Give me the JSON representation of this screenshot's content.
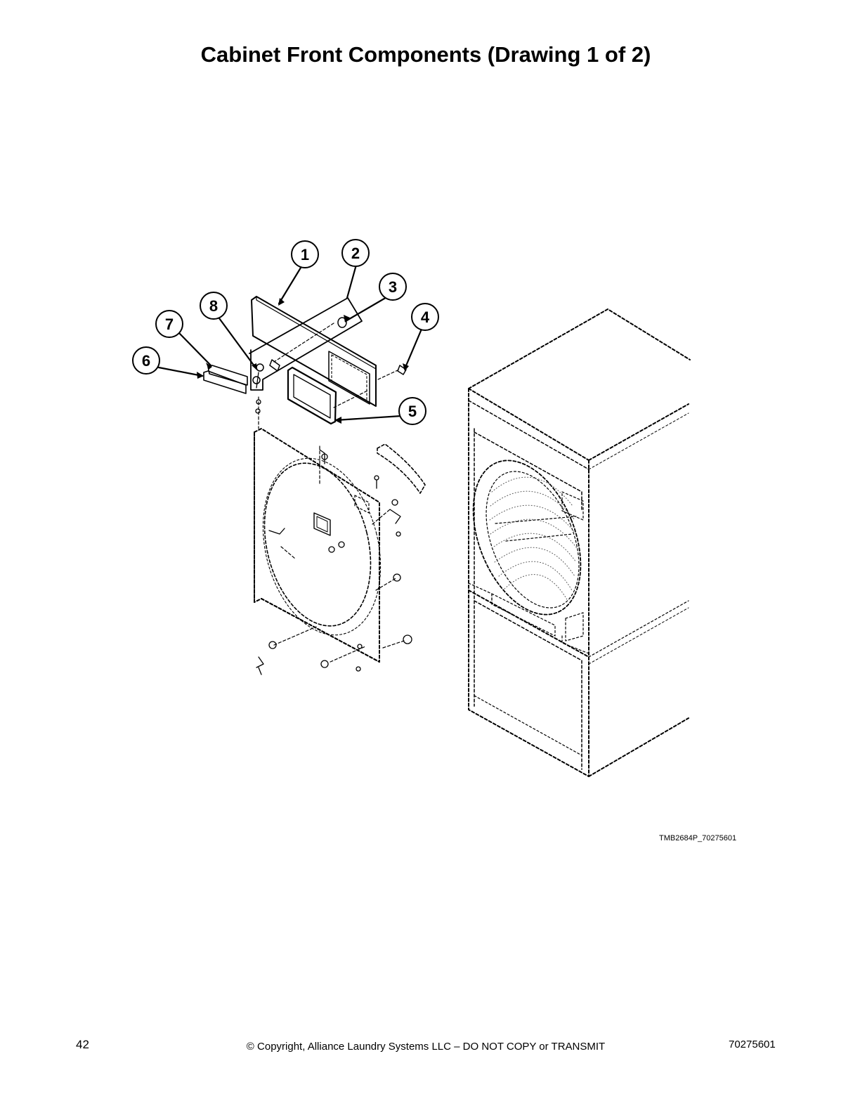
{
  "page": {
    "title": "Cabinet Front Components (Drawing 1 of 2)",
    "drawing_code": "TMB2684P_70275601",
    "callouts": [
      "1",
      "2",
      "3",
      "4",
      "5",
      "6",
      "7",
      "8"
    ],
    "footer": {
      "page_number": "42",
      "copyright": "© Copyright, Alliance Laundry Systems LLC – DO NOT COPY or TRANSMIT",
      "document_number": "70275601"
    }
  }
}
